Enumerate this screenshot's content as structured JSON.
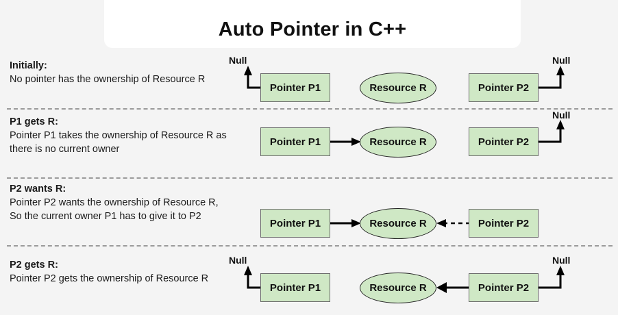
{
  "header": {
    "title": "Auto Pointer in C++"
  },
  "colors": {
    "page_background": "#f4f4f4",
    "banner_background": "#ffffff",
    "node_fill": "#cfe8c5",
    "node_border": "#6b6b6b",
    "ellipse_border": "#222222",
    "divider": "#9a9a9a",
    "text": "#1a1a1a",
    "arrow": "#000000"
  },
  "labels": {
    "pointer_p1": "Pointer P1",
    "pointer_p2": "Pointer P2",
    "resource_r": "Resource R",
    "null": "Null"
  },
  "steps": [
    {
      "id": "initially",
      "headline": "Initially:",
      "body": "No pointer has the ownership of Resource R",
      "p1_state": "null",
      "p2_state": "null",
      "p1_to_resource": "none",
      "p2_to_resource": "none"
    },
    {
      "id": "p1-gets-r",
      "headline": "P1 gets R:",
      "body": "Pointer P1 takes the ownership of Resource R as there is no current owner",
      "p1_state": "owns",
      "p2_state": "null",
      "p1_to_resource": "solid",
      "p2_to_resource": "none"
    },
    {
      "id": "p2-wants-r",
      "headline": "P2 wants R:",
      "body": "Pointer P2 wants the ownership of Resource R, So the current owner P1 has to give it to P2",
      "p1_state": "owns",
      "p2_state": "wants",
      "p1_to_resource": "solid",
      "p2_to_resource": "dashed"
    },
    {
      "id": "p2-gets-r",
      "headline": "P2 gets R:",
      "body": "Pointer P2 gets the ownership of Resource R",
      "p1_state": "null",
      "p2_state": "owns",
      "p1_to_resource": "none",
      "p2_to_resource": "solid"
    }
  ]
}
